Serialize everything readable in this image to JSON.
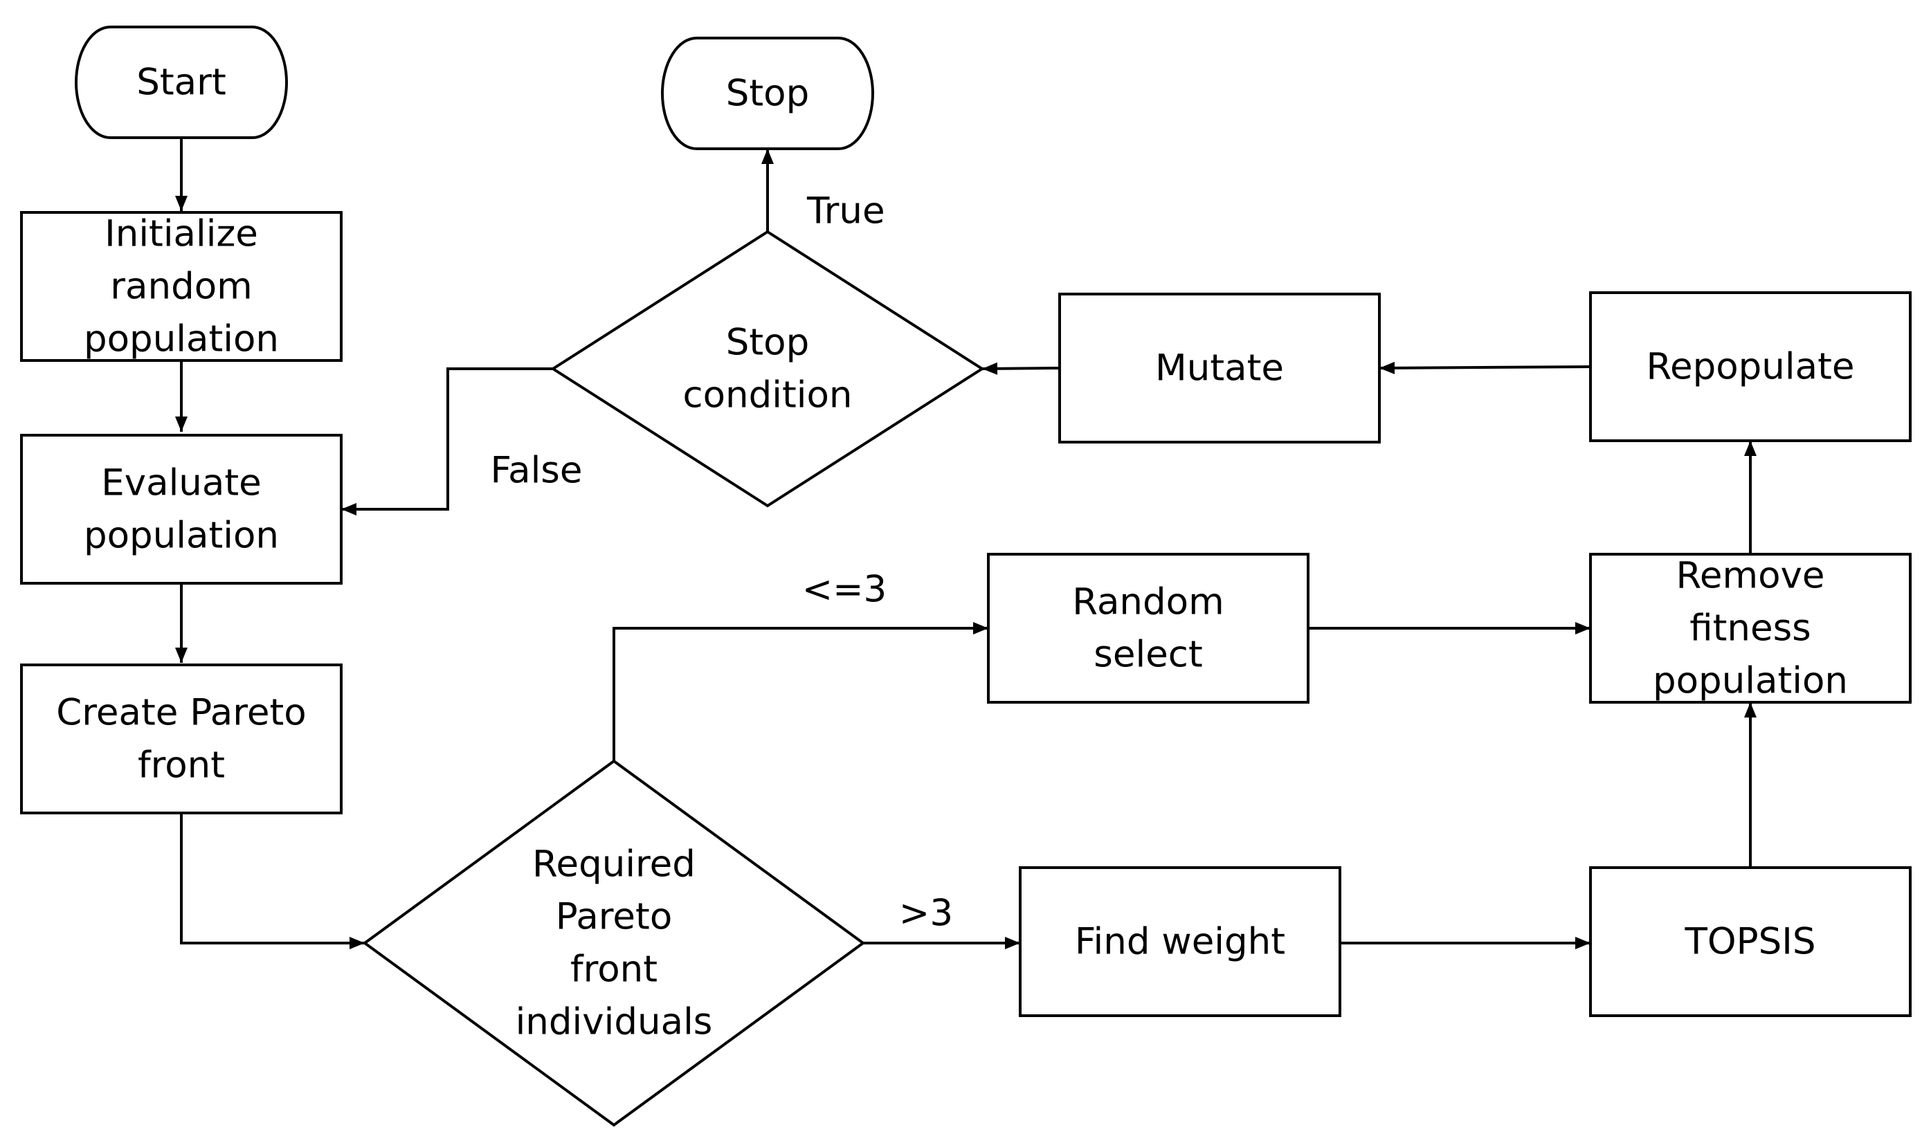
{
  "colors": {
    "stroke": "#000000",
    "fill": "#ffffff",
    "text": "#000000"
  },
  "nodes": {
    "start": {
      "shape": "terminator",
      "lines": [
        "Start"
      ]
    },
    "stop": {
      "shape": "terminator",
      "lines": [
        "Stop"
      ]
    },
    "init": {
      "shape": "process",
      "lines": [
        "Initialize",
        "random",
        "population"
      ]
    },
    "evaluate": {
      "shape": "process",
      "lines": [
        "Evaluate",
        "population"
      ]
    },
    "pareto": {
      "shape": "process",
      "lines": [
        "Create Pareto",
        "front"
      ]
    },
    "stopcond": {
      "shape": "decision",
      "lines": [
        "Stop",
        "condition"
      ]
    },
    "mutate": {
      "shape": "process",
      "lines": [
        "Mutate"
      ]
    },
    "repopulate": {
      "shape": "process",
      "lines": [
        "Repopulate"
      ]
    },
    "random": {
      "shape": "process",
      "lines": [
        "Random",
        "select"
      ]
    },
    "remove": {
      "shape": "process",
      "lines": [
        "Remove",
        "fitness",
        "population"
      ]
    },
    "required": {
      "shape": "decision",
      "lines": [
        "Required",
        "Pareto",
        "front",
        "individuals"
      ]
    },
    "weight": {
      "shape": "process",
      "lines": [
        "Find weight"
      ]
    },
    "topsis": {
      "shape": "process",
      "lines": [
        "TOPSIS"
      ]
    }
  },
  "edges": [
    {
      "id": "start-init",
      "from": "start",
      "to": "init",
      "label": ""
    },
    {
      "id": "init-evaluate",
      "from": "init",
      "to": "evaluate",
      "label": ""
    },
    {
      "id": "evaluate-pareto",
      "from": "evaluate",
      "to": "pareto",
      "label": ""
    },
    {
      "id": "pareto-required",
      "from": "pareto",
      "to": "required",
      "label": ""
    },
    {
      "id": "required-random",
      "from": "required",
      "to": "random",
      "label": "<=3"
    },
    {
      "id": "required-weight",
      "from": "required",
      "to": "weight",
      "label": ">3"
    },
    {
      "id": "weight-topsis",
      "from": "weight",
      "to": "topsis",
      "label": ""
    },
    {
      "id": "topsis-remove",
      "from": "topsis",
      "to": "remove",
      "label": ""
    },
    {
      "id": "random-remove",
      "from": "random",
      "to": "remove",
      "label": ""
    },
    {
      "id": "remove-repopulate",
      "from": "remove",
      "to": "repopulate",
      "label": ""
    },
    {
      "id": "repopulate-mutate",
      "from": "repopulate",
      "to": "mutate",
      "label": ""
    },
    {
      "id": "mutate-stopcond",
      "from": "mutate",
      "to": "stopcond",
      "label": ""
    },
    {
      "id": "stopcond-stop",
      "from": "stopcond",
      "to": "stop",
      "label": "True"
    },
    {
      "id": "stopcond-evaluate",
      "from": "stopcond",
      "to": "evaluate",
      "label": "False"
    }
  ]
}
